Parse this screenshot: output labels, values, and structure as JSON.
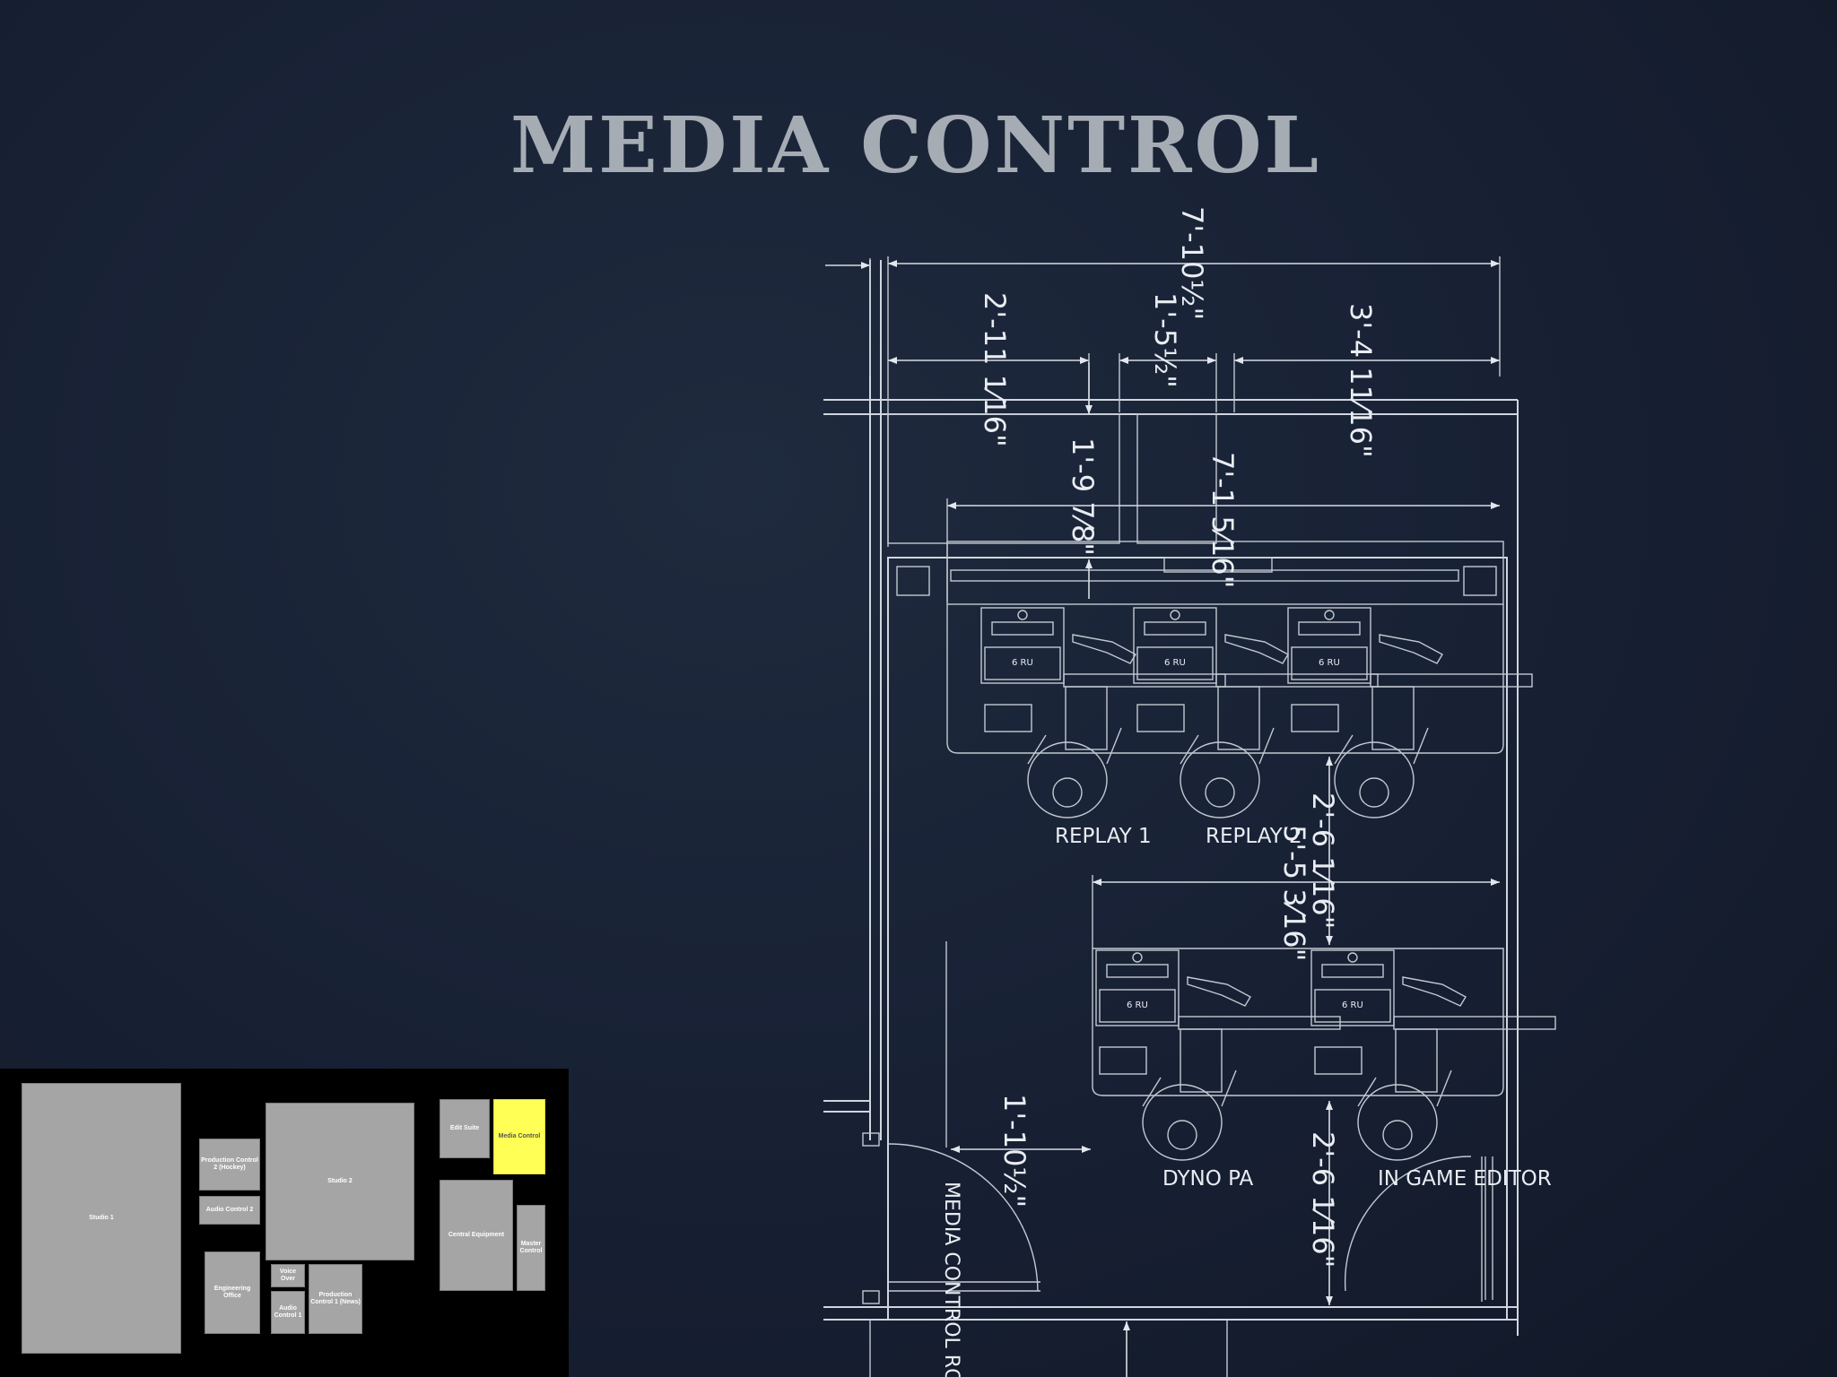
{
  "title": "MEDIA CONTROL",
  "accent_color": "#ffff55",
  "dimensions": {
    "overall_width": "7'-10½\"",
    "left_segment": "2'-11 1⁄16\"",
    "middle_segment": "1'-5½\"",
    "right_segment": "3'-4 11⁄16\"",
    "offset_depth": "1'-9 7⁄8\"",
    "upper_desk_width": "7'-1 5⁄16\"",
    "row_gap": "2'-6 1⁄16\"",
    "lower_desk_width": "5'-5 3⁄16\"",
    "door_clearance": "1'-10½\"",
    "rear_aisle": "2'-6 1⁄16\""
  },
  "rack_label": "6 RU",
  "room_label": "MEDIA CONTROL ROOM",
  "stations": {
    "replay1": "REPLAY 1",
    "replay2": "REPLAY 2",
    "dyno_pa": "DYNO PA",
    "in_game_editor": "IN GAME EDITOR"
  },
  "minimap": {
    "rooms": {
      "studio1": "Studio 1",
      "production_control_2": "Production Control 2 (Hockey)",
      "audio_control_2": "Audio Control 2",
      "studio2": "Studio 2",
      "edit_suite": "Edit Suite",
      "media_control": "Media Control",
      "engineering_office": "Engineering Office",
      "voice_over": "Voice Over",
      "audio_control_1": "Audio Control 1",
      "production_control_1": "Production Control 1 (News)",
      "central_equipment": "Central Equipment",
      "master_control": "Master Control"
    }
  }
}
